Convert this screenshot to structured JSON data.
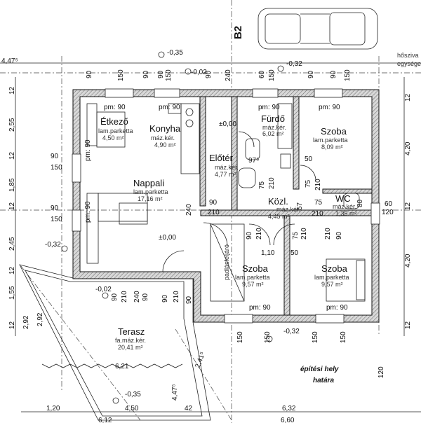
{
  "sheet": {
    "grid_label": "B2",
    "boundary_label_lines": [
      "építési hely",
      "határa"
    ],
    "corner_label_lines": [
      "hősziva",
      "egysége"
    ]
  },
  "rooms": [
    {
      "id": "etkezo",
      "name": "Étkező",
      "floor": "lam.parketta",
      "area": "4,50 m²"
    },
    {
      "id": "konyha",
      "name": "Konyha",
      "floor": "máz.kér.",
      "area": "4,90 m²"
    },
    {
      "id": "furdo",
      "name": "Fürdő",
      "floor": "máz.kér.",
      "area": "6,02 m²"
    },
    {
      "id": "szoba-ne",
      "name": "Szoba",
      "floor": "lam.parketta",
      "area": "8,09 m²"
    },
    {
      "id": "eloter",
      "name": "Előtér",
      "floor": "máz.kér.",
      "area": "4,77 m²"
    },
    {
      "id": "nappali",
      "name": "Nappali",
      "floor": "lam.parketta",
      "area": "17,16 m²"
    },
    {
      "id": "kozl",
      "name": "Közl.",
      "floor": "máz.kér.",
      "area": "4,45 m²"
    },
    {
      "id": "wc",
      "name": "WC",
      "floor": "máz.kér.",
      "area": "1,35 m²"
    },
    {
      "id": "szoba-s",
      "name": "Szoba",
      "floor": "lam.parketta",
      "area": "9,57 m²"
    },
    {
      "id": "szoba-se",
      "name": "Szoba",
      "floor": "lam.parketta",
      "area": "9,57 m²"
    },
    {
      "id": "terasz",
      "name": "Terasz",
      "floor": "fa.máz.kér.",
      "area": "20,41 m²"
    }
  ],
  "parapet_labels": [
    "pm: 90",
    "pm: 90",
    "pm: 90",
    "pm: 90",
    "pm: 90",
    "pm: 90",
    "pm: 90",
    "pm: 90"
  ],
  "levels": [
    "-0,35",
    "-0,02",
    "-0,32",
    "±0,00",
    "±0,00",
    "-0,32",
    "-0,02",
    "-0,32",
    "-0,35"
  ],
  "top_dims": [
    "4,47⁵",
    "90",
    "150",
    "90",
    "90",
    "150",
    "90",
    "240",
    "60",
    "150",
    "90",
    "90",
    "150"
  ],
  "bottom_dims": [
    "1,20",
    "4,50",
    "42",
    "6,32",
    "6,12",
    "6,60"
  ],
  "bottom_openings": [
    "150",
    "150",
    "150",
    "150"
  ],
  "left_dims": [
    "12",
    "2,55",
    "12",
    "1,85",
    "12",
    "2,45",
    "12",
    "1,55",
    "12",
    "2,92"
  ],
  "right_dims": [
    "12",
    "4,20",
    "12",
    "4,20",
    "12"
  ],
  "left_side_dims": [
    "90",
    "150",
    "90",
    "150"
  ],
  "right_side_dims": [
    "60",
    "120"
  ],
  "interior_dims": [
    "97⁵",
    "75",
    "210",
    "75",
    "210",
    "210",
    "57",
    "90",
    "210",
    "75",
    "210",
    "75",
    "50",
    "90",
    "210",
    "210",
    "90",
    "1,10",
    "50",
    "90",
    "90",
    "210",
    "90",
    "210",
    "240",
    "90",
    "240",
    "80",
    "120",
    "4,47⁵",
    "2,41⁵"
  ],
  "terrace_dims": [
    "6,21",
    "2,92"
  ],
  "stair_label": "padlásfeljáró"
}
